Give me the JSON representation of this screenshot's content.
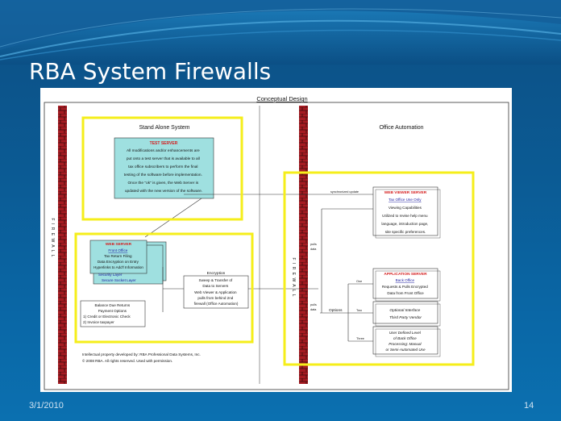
{
  "slide": {
    "title": "RBA System Firewalls",
    "date": "3/1/2010",
    "page_number": "14"
  },
  "diagram": {
    "title": "Conceptual Design",
    "firewall_label": "F I R E W A L L",
    "stand_alone": {
      "label": "Stand Alone System",
      "test_server": {
        "heading": "TEST SERVER",
        "lines": [
          "All modifications and/or enhancements are",
          "put onto a test server that is available to all",
          "tax office subscribers to perform the final",
          "testing of the software before implementation.",
          "Once the \"ok\" is given, the Web Server is",
          "updated with the new version of the software."
        ]
      }
    },
    "office_automation": {
      "label": "Office Automation",
      "web_viewer": {
        "heading": "WEB VIEWER SERVER",
        "lines": [
          "Tax Office Use Only",
          "Viewing Capabilities",
          "Utilized to revise help menu",
          "language, introduction page,",
          "site specific preferences."
        ]
      },
      "app_server": {
        "heading": "APPLICATION SERVER",
        "lines": [
          "Back Office",
          "Requests & Pulls Encrypted",
          "Data from Front Office"
        ]
      },
      "optional_interface": {
        "lines": [
          "Optional Interface",
          "Third Party Vendor"
        ]
      },
      "user_defined": {
        "lines": [
          "User Defined Level",
          "of Back Office",
          "Processing:  Manual",
          "or Semi-Automated Use"
        ]
      },
      "options_label": "Options",
      "option_labels": [
        "One",
        "Two",
        "Three"
      ],
      "pulls_data_label": [
        "pulls",
        "data"
      ],
      "sync_label": "synchronized update"
    },
    "web_server": {
      "heading": "WEB SERVER",
      "lines": [
        "Front Office",
        "Tax Return Filing",
        "Data Encryption on Entry",
        "Hyperlinks to Add'l Information"
      ],
      "security_layer": "Security Layer",
      "secure_socket_layer": "Secure Socket Layer"
    },
    "balance_due": {
      "lines": [
        "Balance Due Returns",
        "Payment Options",
        "1)  Credit or Electronic Check",
        "2)  Invoice taxpayer"
      ]
    },
    "encryption": {
      "label": "Encryption",
      "lines": [
        "Sweep & Transfer of",
        "Data to Servers",
        "Web Viewer & Application",
        "pulls from behind 2nd",
        "firewall (Office Automation)"
      ]
    },
    "copyright": [
      "Intellectual property developed by:   RBA Professional Data Systems, Inc.",
      "© 2008 RBA.   All rights reserved.   Used with permission."
    ]
  },
  "colors": {
    "highlight": "#f5ee1a",
    "firewall_red": "#a61b22",
    "server_fill": "#9fe0e0",
    "server_heading": "#d41c1c",
    "link_blue": "#1a1aa0"
  }
}
